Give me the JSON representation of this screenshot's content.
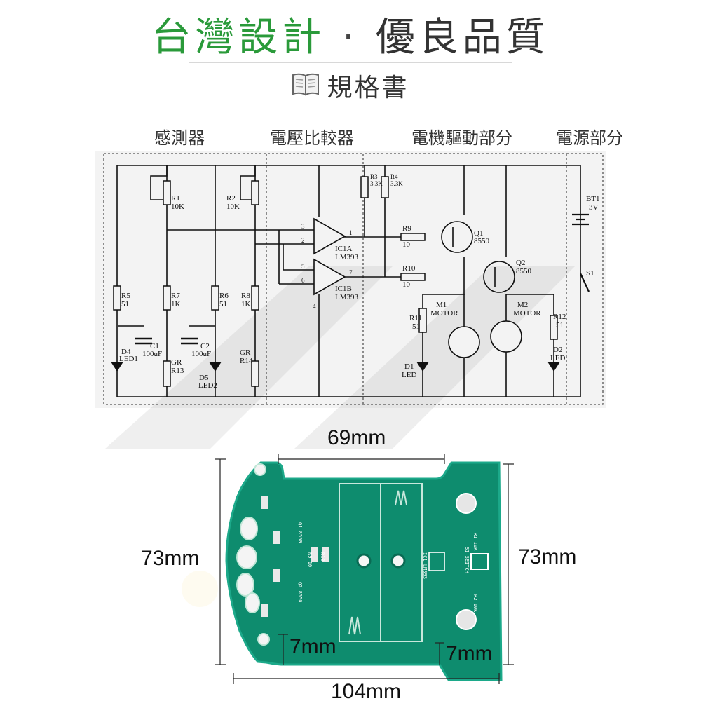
{
  "header": {
    "title_green": "台灣設計",
    "title_dot": "·",
    "title_dark": "優良品質",
    "spec_label": "規格書",
    "spec_icon": "book-icon"
  },
  "sections": {
    "sensor": "感測器",
    "comparator": "電壓比較器",
    "motor_drive": "電機驅動部分",
    "power": "電源部分"
  },
  "schematic": {
    "r1": "R1",
    "r1_val": "10K",
    "r2": "R2",
    "r2_val": "10K",
    "r3": "R3",
    "r3_val": "3.3K",
    "r4": "R4",
    "r4_val": "3.3K",
    "r5": "R5",
    "r5_val": "51",
    "r6": "R6",
    "r6_val": "51",
    "r7": "R7",
    "r7_val": "1K",
    "r8": "R8",
    "r8_val": "1K",
    "r9": "R9",
    "r9_val": "10",
    "r10": "R10",
    "r10_val": "10",
    "r11": "R11",
    "r11_val": "51",
    "r12": "R12",
    "r12_val": "51",
    "r13": "R13",
    "r14": "R14",
    "gr": "GR",
    "c1": "C1",
    "c2": "C2",
    "c_val": "100uF",
    "d1": "D1",
    "d2": "D2",
    "d4": "D4",
    "d5": "D5",
    "led": "LED",
    "led1": "LED1",
    "led2": "LED2",
    "ic1a": "IC1A",
    "ic1b": "IC1B",
    "lm393": "LM393",
    "q1": "Q1",
    "q2": "Q2",
    "q_val": "8550",
    "m1": "M1",
    "m2": "M2",
    "motor": "MOTOR",
    "bt1": "BT1",
    "bt1_val": "3V",
    "s1": "S1",
    "pin1": "1",
    "pin2": "2",
    "pin3": "3",
    "pin4": "4",
    "pin5": "5",
    "pin6": "6",
    "pin7": "7"
  },
  "pcb": {
    "silk_r1": "R1 10K",
    "silk_r2": "R2 10K",
    "silk_s1": "S1 SEITCH",
    "silk_ic": "IC1 LM393",
    "silk_q1": "Q1 8550",
    "silk_q2": "Q2 8550",
    "silk_r9": "R9 10",
    "silk_r10": "R10"
  },
  "dimensions": {
    "top_width": "69mm",
    "left_height": "73mm",
    "right_height": "73mm",
    "left_notch": "7mm",
    "right_notch": "7mm",
    "bottom_width": "104mm"
  },
  "colors": {
    "title_green": "#2a9a3a",
    "pcb_green": "#0e8c6e",
    "pcb_edge": "#1ca98a"
  }
}
